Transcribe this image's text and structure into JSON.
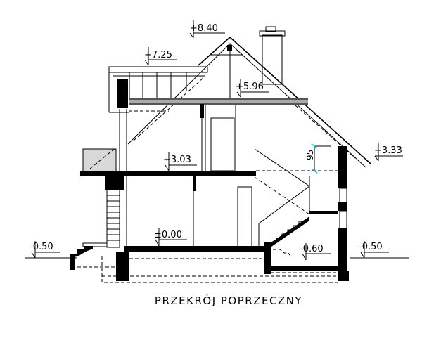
{
  "title": "PRZEKRÓJ POPRZECZNY",
  "levels": {
    "ridge": "+8.40",
    "terrace_roof": "+7.25",
    "attic_ceiling": "+5.96",
    "first_floor": "+3.03",
    "eaves": "+3.33",
    "ground_floor": "±0.00",
    "terrain_left": "-0.50",
    "terrain_right": "-0.50",
    "basement_stair": "-0.60"
  },
  "dimension_95": "95",
  "colors": {
    "lines": "#000000",
    "dimension_ticks": "#00c8d0",
    "balcony_fill": "#d8d8d8"
  }
}
